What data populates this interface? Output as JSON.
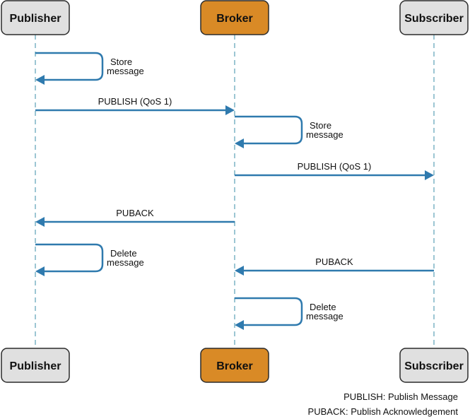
{
  "actors": [
    {
      "id": "publisher",
      "label": "Publisher",
      "fill": "#e0e0e0"
    },
    {
      "id": "broker",
      "label": "Broker",
      "fill": "#d98a26"
    },
    {
      "id": "subscriber",
      "label": "Subscriber",
      "fill": "#e0e0e0"
    }
  ],
  "messages": [
    {
      "name": "publisher-store-message",
      "type": "self",
      "actor": "publisher",
      "lines": [
        "Store",
        "message"
      ]
    },
    {
      "name": "publish-qos1-to-broker",
      "type": "arrow",
      "from": "publisher",
      "to": "broker",
      "label": "PUBLISH (QoS 1)"
    },
    {
      "name": "broker-store-message",
      "type": "self",
      "actor": "broker",
      "lines": [
        "Store",
        "message"
      ]
    },
    {
      "name": "publish-qos1-to-subscriber",
      "type": "arrow",
      "from": "broker",
      "to": "subscriber",
      "label": "PUBLISH (QoS 1)"
    },
    {
      "name": "puback-to-publisher",
      "type": "arrow",
      "from": "broker",
      "to": "publisher",
      "label": "PUBACK"
    },
    {
      "name": "publisher-delete-message",
      "type": "self",
      "actor": "publisher",
      "lines": [
        "Delete",
        "message"
      ]
    },
    {
      "name": "puback-to-broker",
      "type": "arrow",
      "from": "subscriber",
      "to": "broker",
      "label": "PUBACK"
    },
    {
      "name": "broker-delete-message",
      "type": "self",
      "actor": "broker",
      "lines": [
        "Delete",
        "message"
      ]
    }
  ],
  "legend": [
    "PUBLISH: Publish Message",
    "PUBACK: Publish Acknowledgement"
  ],
  "colors": {
    "arrow": "#2f7aae",
    "lifeline": "#9cc6d3",
    "actor_border": "#2b2b2b"
  }
}
